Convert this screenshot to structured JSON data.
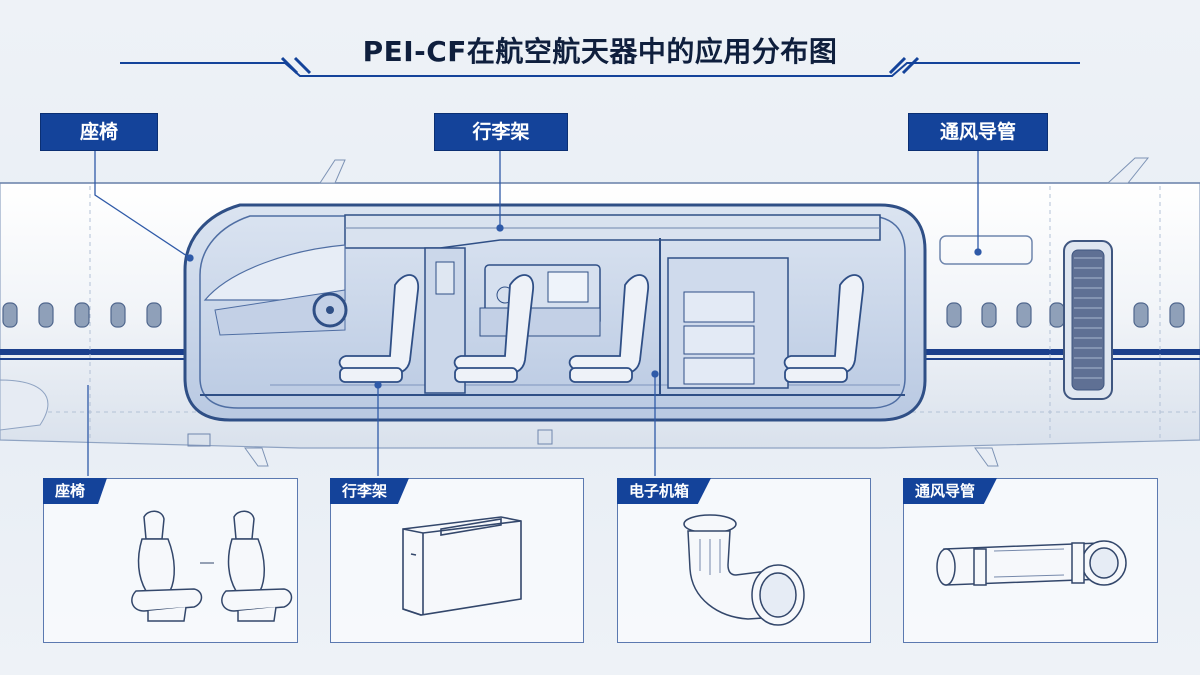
{
  "title": "PEI-CF在航空航天器中的应用分布图",
  "callouts": {
    "seat": "座椅",
    "rack": "行李架",
    "duct": "通风导管"
  },
  "panels": [
    {
      "label": "座椅"
    },
    {
      "label": "行李架"
    },
    {
      "label": "电子机箱"
    },
    {
      "label": "通风导管"
    }
  ],
  "colors": {
    "accent": "#14439a",
    "line": "#2f4f86",
    "fuselage": "#f5f7fa",
    "cabin": "#c9d6ea"
  },
  "icons": [
    "seat-icon",
    "luggage-rack-icon",
    "elbow-duct-icon",
    "straight-duct-icon"
  ]
}
